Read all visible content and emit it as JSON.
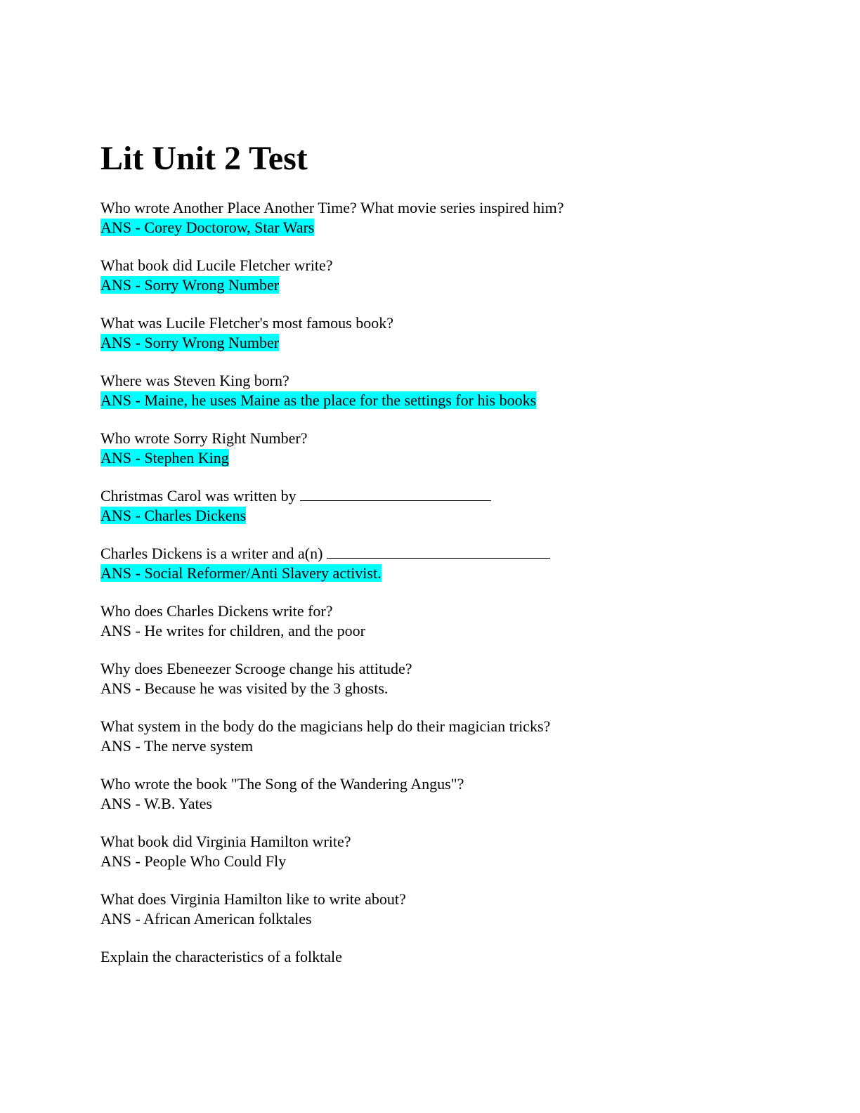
{
  "title": "Lit Unit 2 Test",
  "items": [
    {
      "q": "Who wrote Another Place Another Time? What movie series inspired him?",
      "a": "ANS - Corey Doctorow, Star Wars",
      "highlight": true
    },
    {
      "q": "What book did Lucile Fletcher write?",
      "a": "ANS - Sorry Wrong Number",
      "highlight": true
    },
    {
      "q": "What was Lucile Fletcher's most famous book?",
      "a": "ANS - Sorry Wrong Number",
      "highlight": true
    },
    {
      "q": "Where was Steven King born?",
      "a": "ANS - Maine, he uses Maine as the place for the settings for his books",
      "highlight": true
    },
    {
      "q": "Who wrote Sorry Right Number?",
      "a": "ANS - Stephen King",
      "highlight": true
    },
    {
      "q": "Christmas Carol was written by ",
      "a": "ANS - Charles Dickens",
      "highlight": true,
      "blank": true
    },
    {
      "q": "Charles Dickens is a writer and a(n) ",
      "a": "ANS - Social Reformer/Anti Slavery activist.",
      "highlight": true,
      "blank": true
    },
    {
      "q": "Who does Charles Dickens write for?",
      "a": "ANS - He writes for children, and the poor",
      "highlight": false
    },
    {
      "q": "Why does Ebeneezer Scrooge change his attitude?",
      "a": "ANS - Because he was visited by the 3 ghosts.",
      "highlight": false
    },
    {
      "q": "What system in the body do the magicians help do their magician tricks?",
      "a": "ANS - The nerve system",
      "highlight": false
    },
    {
      "q": "Who wrote the book \"The Song of the Wandering Angus\"?",
      "a": "ANS - W.B. Yates",
      "highlight": false
    },
    {
      "q": "What book did Virginia Hamilton write?",
      "a": "ANS - People Who Could Fly",
      "highlight": false
    },
    {
      "q": "What does Virginia Hamilton like to write about?",
      "a": "ANS - African American folktales",
      "highlight": false
    },
    {
      "q": "Explain the characteristics of a folktale"
    }
  ],
  "colors": {
    "highlight": "#00ffff"
  }
}
